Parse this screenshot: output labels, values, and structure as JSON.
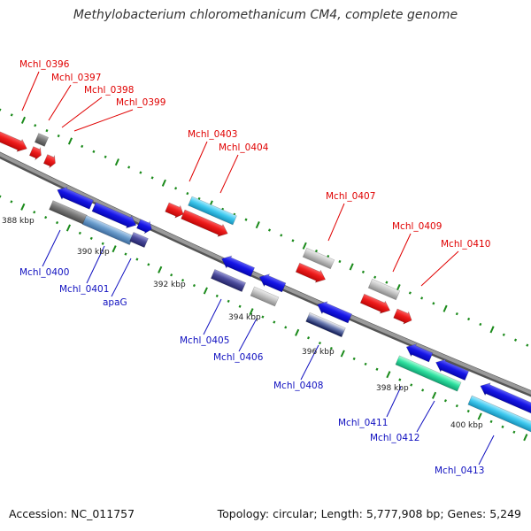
{
  "title": "Methylobacterium chloromethanicum CM4, complete genome",
  "footer": {
    "accession": "Accession: NC_011757",
    "topology": "Topology: circular; Length: 5,777,908 bp; Genes: 5,249"
  },
  "colors": {
    "forward_gene": "#ee1c1c",
    "reverse_gene": "#1616e6",
    "backbone": "#8c8c8c",
    "tick": "#1a8a1a",
    "red_label": "#e00000",
    "blue_label": "#1010c0",
    "grey_gene": "#b8b8b8",
    "cyan_gene": "#3ec8ee",
    "teal_gene": "#2fe0a0",
    "steel_gene": "#6a9ccc",
    "purple_gene": "#4a4a9a",
    "navy_gene": "#1a2a70",
    "dark_grey_gene": "#7a7a7a"
  },
  "kbp_labels": [
    "388 kbp",
    "390 kbp",
    "392 kbp",
    "394 kbp",
    "396 kbp",
    "398 kbp",
    "400 kbp"
  ],
  "forward_labels": [
    "Mchl_0396",
    "Mchl_0397",
    "Mchl_0398",
    "Mchl_0399",
    "Mchl_0403",
    "Mchl_0404",
    "Mchl_0407",
    "Mchl_0409",
    "Mchl_0410"
  ],
  "reverse_labels": [
    "Mchl_0400",
    "Mchl_0401",
    "apaG",
    "Mchl_0405",
    "Mchl_0406",
    "Mchl_0408",
    "Mchl_0411",
    "Mchl_0412",
    "Mchl_0413"
  ]
}
